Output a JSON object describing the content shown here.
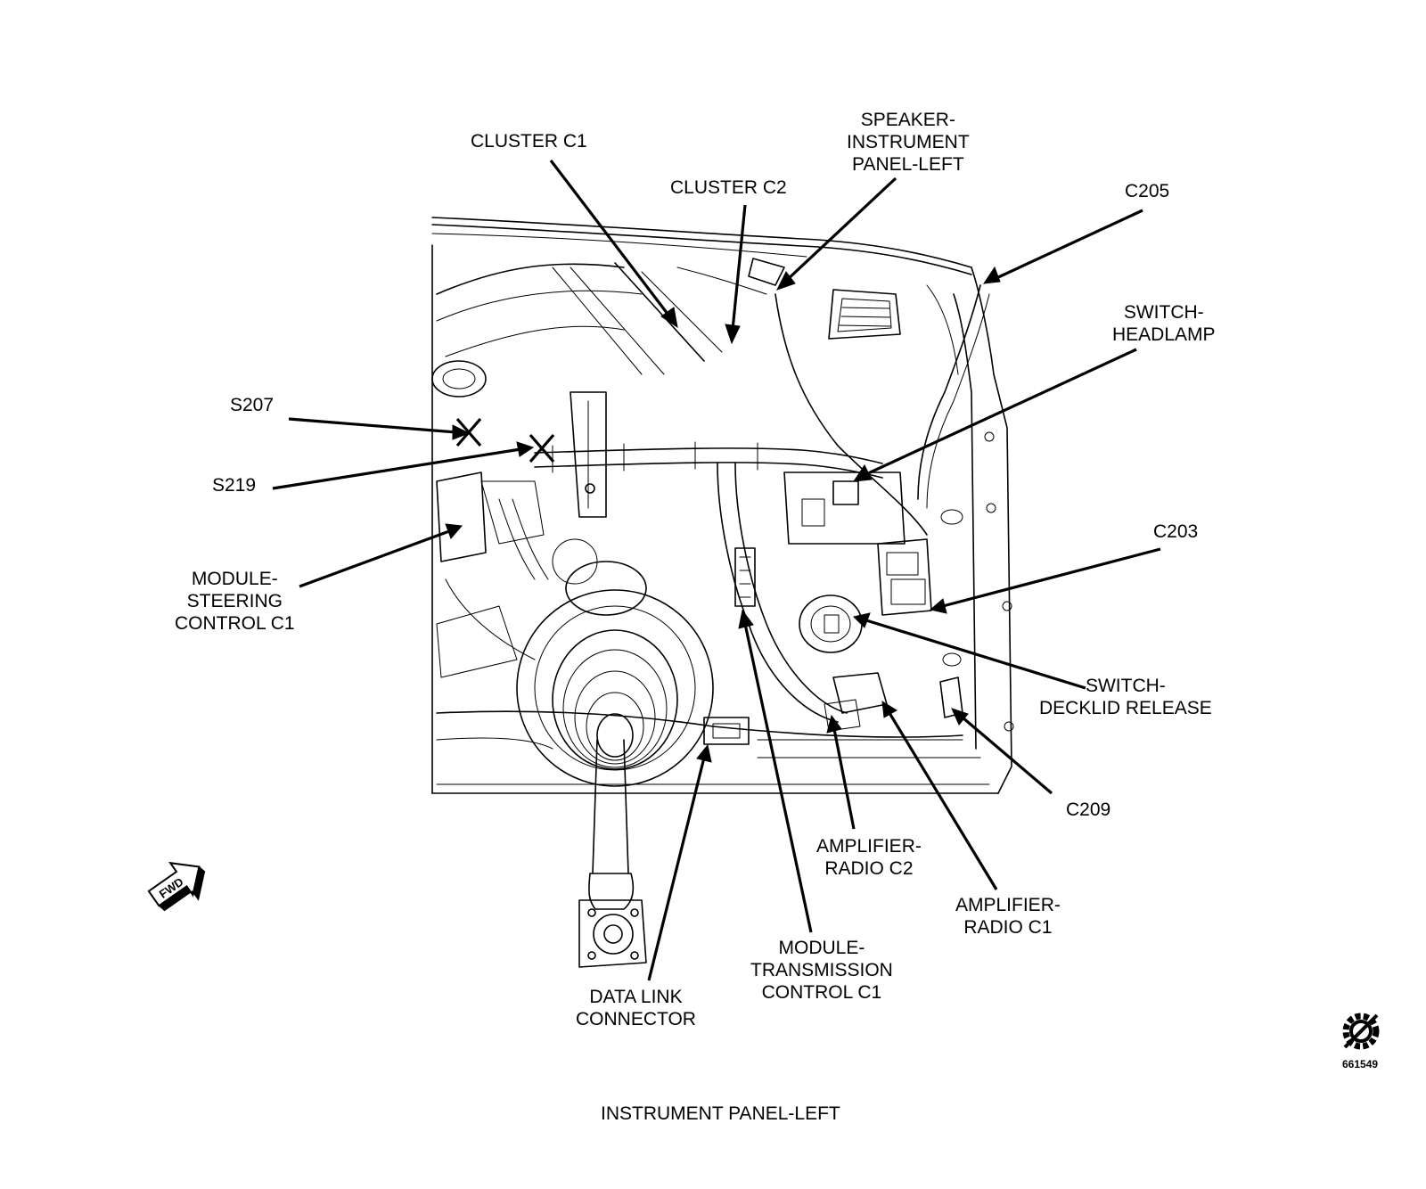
{
  "labels": {
    "cluster_c1": [
      "CLUSTER C1"
    ],
    "cluster_c2": [
      "CLUSTER C2"
    ],
    "speaker": [
      "SPEAKER-",
      "INSTRUMENT",
      "PANEL-LEFT"
    ],
    "c205": [
      "C205"
    ],
    "switch_headlamp": [
      "SWITCH-",
      "HEADLAMP"
    ],
    "s207": [
      "S207"
    ],
    "s219": [
      "S219"
    ],
    "module_steering": [
      "MODULE-",
      "STEERING",
      "CONTROL C1"
    ],
    "c203": [
      "C203"
    ],
    "switch_decklid": [
      "SWITCH-",
      "DECKLID RELEASE"
    ],
    "c209": [
      "C209"
    ],
    "amplifier_c2": [
      "AMPLIFIER-",
      "RADIO C2"
    ],
    "amplifier_c1": [
      "AMPLIFIER-",
      "RADIO C1"
    ],
    "module_transmission": [
      "MODULE-",
      "TRANSMISSION",
      "CONTROL C1"
    ],
    "data_link": [
      "DATA LINK",
      "CONNECTOR"
    ]
  },
  "caption": "INSTRUMENT PANEL-LEFT",
  "fwd_label": "FWD",
  "figure_number": "661549",
  "icons": [
    "fwd-arrow-icon",
    "gear-slash-icon"
  ],
  "colors": {
    "ink": "#000000",
    "paper": "#ffffff"
  }
}
